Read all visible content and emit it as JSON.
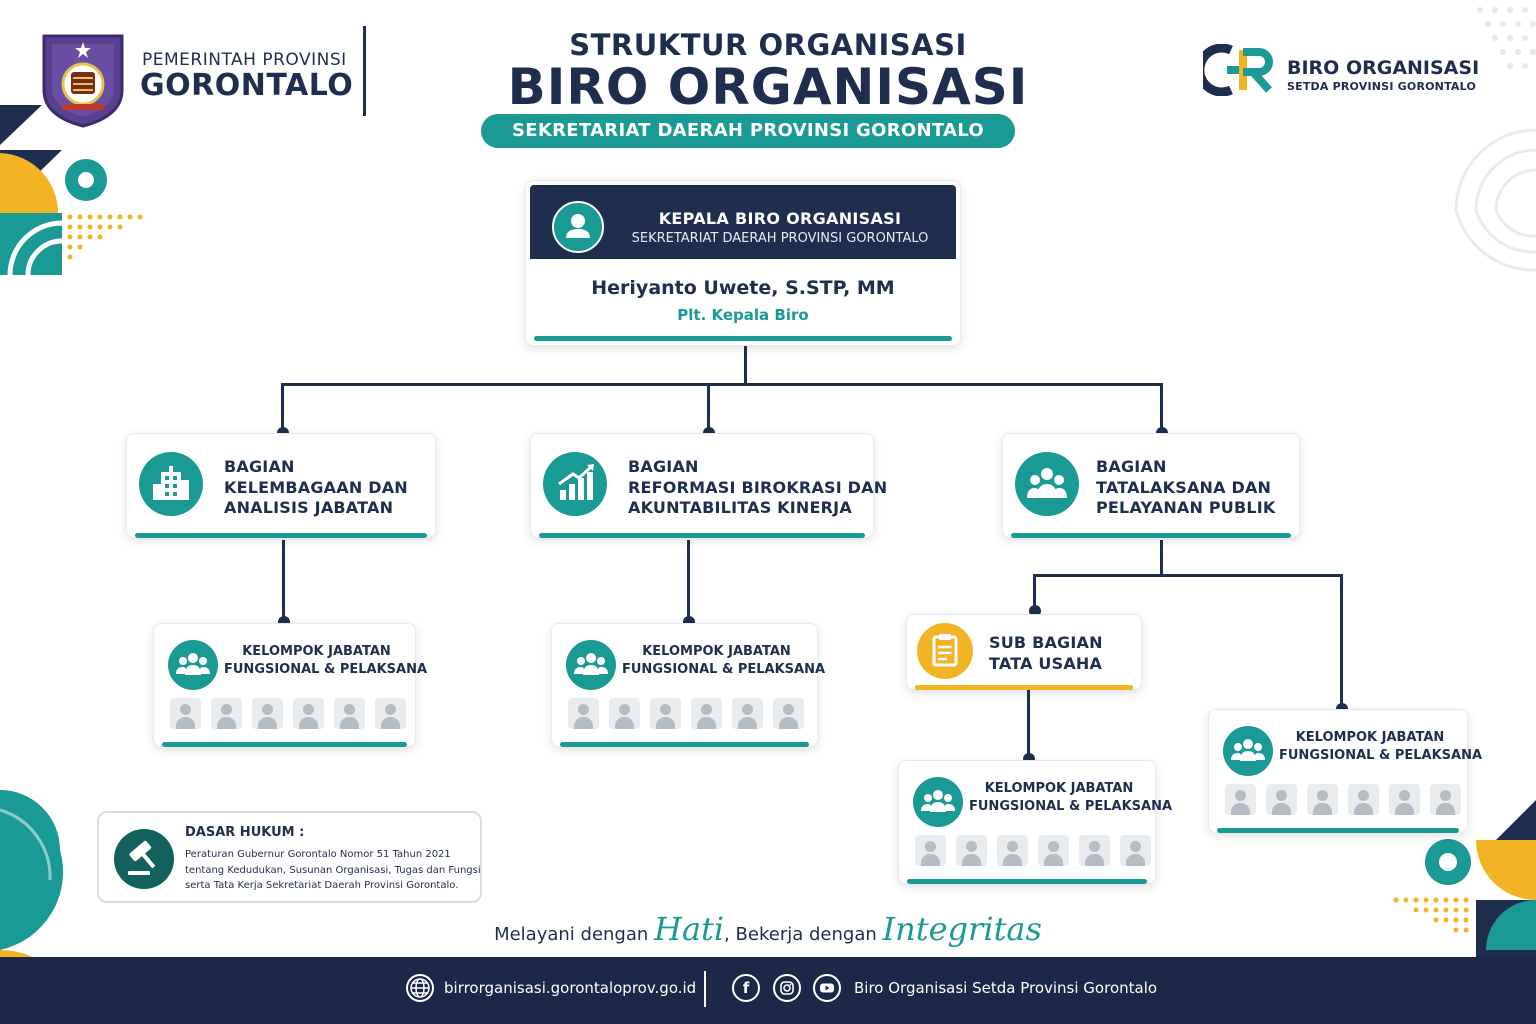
{
  "header": {
    "gov_line1": "PEMERINTAH PROVINSI",
    "gov_line2": "GORONTALO",
    "title_small": "STRUKTUR ORGANISASI",
    "title_big": "BIRO ORGANISASI",
    "subtitle": "SEKRETARIAT DAERAH PROVINSI GORONTALO",
    "logo_name": "BIRO ORGANISASI",
    "logo_sub": "SETDA PROVINSI GORONTALO"
  },
  "head": {
    "title": "KEPALA BIRO ORGANISASI",
    "subtitle": "SEKRETARIAT DAERAH PROVINSI GORONTALO",
    "name": "Heriyanto Uwete, S.STP, MM",
    "role": "Plt. Kepala Biro",
    "icon": "person-icon"
  },
  "divisions": [
    {
      "lines": [
        "BAGIAN",
        "KELEMBAGAAN DAN",
        "ANALISIS JABATAN"
      ],
      "icon": "building-icon"
    },
    {
      "lines": [
        "BAGIAN",
        "REFORMASI BIROKRASI DAN",
        "AKUNTABILITAS KINERJA"
      ],
      "icon": "growth-chart-icon"
    },
    {
      "lines": [
        "BAGIAN",
        "TATALAKSANA DAN",
        "PELAYANAN PUBLIK"
      ],
      "icon": "people-group-icon"
    }
  ],
  "sub_division": {
    "lines": [
      "SUB BAGIAN",
      "TATA USAHA"
    ],
    "icon": "clipboard-icon"
  },
  "group": {
    "line1": "KELOMPOK JABATAN",
    "line2": "FUNGSIONAL & PELAKSANA",
    "slots": 6,
    "icon": "team-icon"
  },
  "legal": {
    "title": "DASAR HUKUM :",
    "text1": "Peraturan Gubernur Gorontalo Nomor 51 Tahun 2021",
    "text2": "tentang Kedudukan, Susunan Organisasi, Tugas dan Fungsi",
    "text3": "serta Tata Kerja Sekretariat Daerah Provinsi Gorontalo.",
    "icon": "gavel-icon"
  },
  "motto": {
    "part1": "Melayani dengan",
    "word1": "Hati",
    "part2": ", Bekerja dengan",
    "word2": "Integritas"
  },
  "footer": {
    "website": "birrorganisasi.gorontaloprov.go.id",
    "social_name": "Biro Organisasi Setda Provinsi Gorontalo",
    "icons": [
      "globe-icon",
      "facebook-icon",
      "instagram-icon",
      "youtube-icon"
    ]
  },
  "colors": {
    "navy": "#1f2d4e",
    "teal": "#1a9a94",
    "gold": "#f2b325"
  }
}
